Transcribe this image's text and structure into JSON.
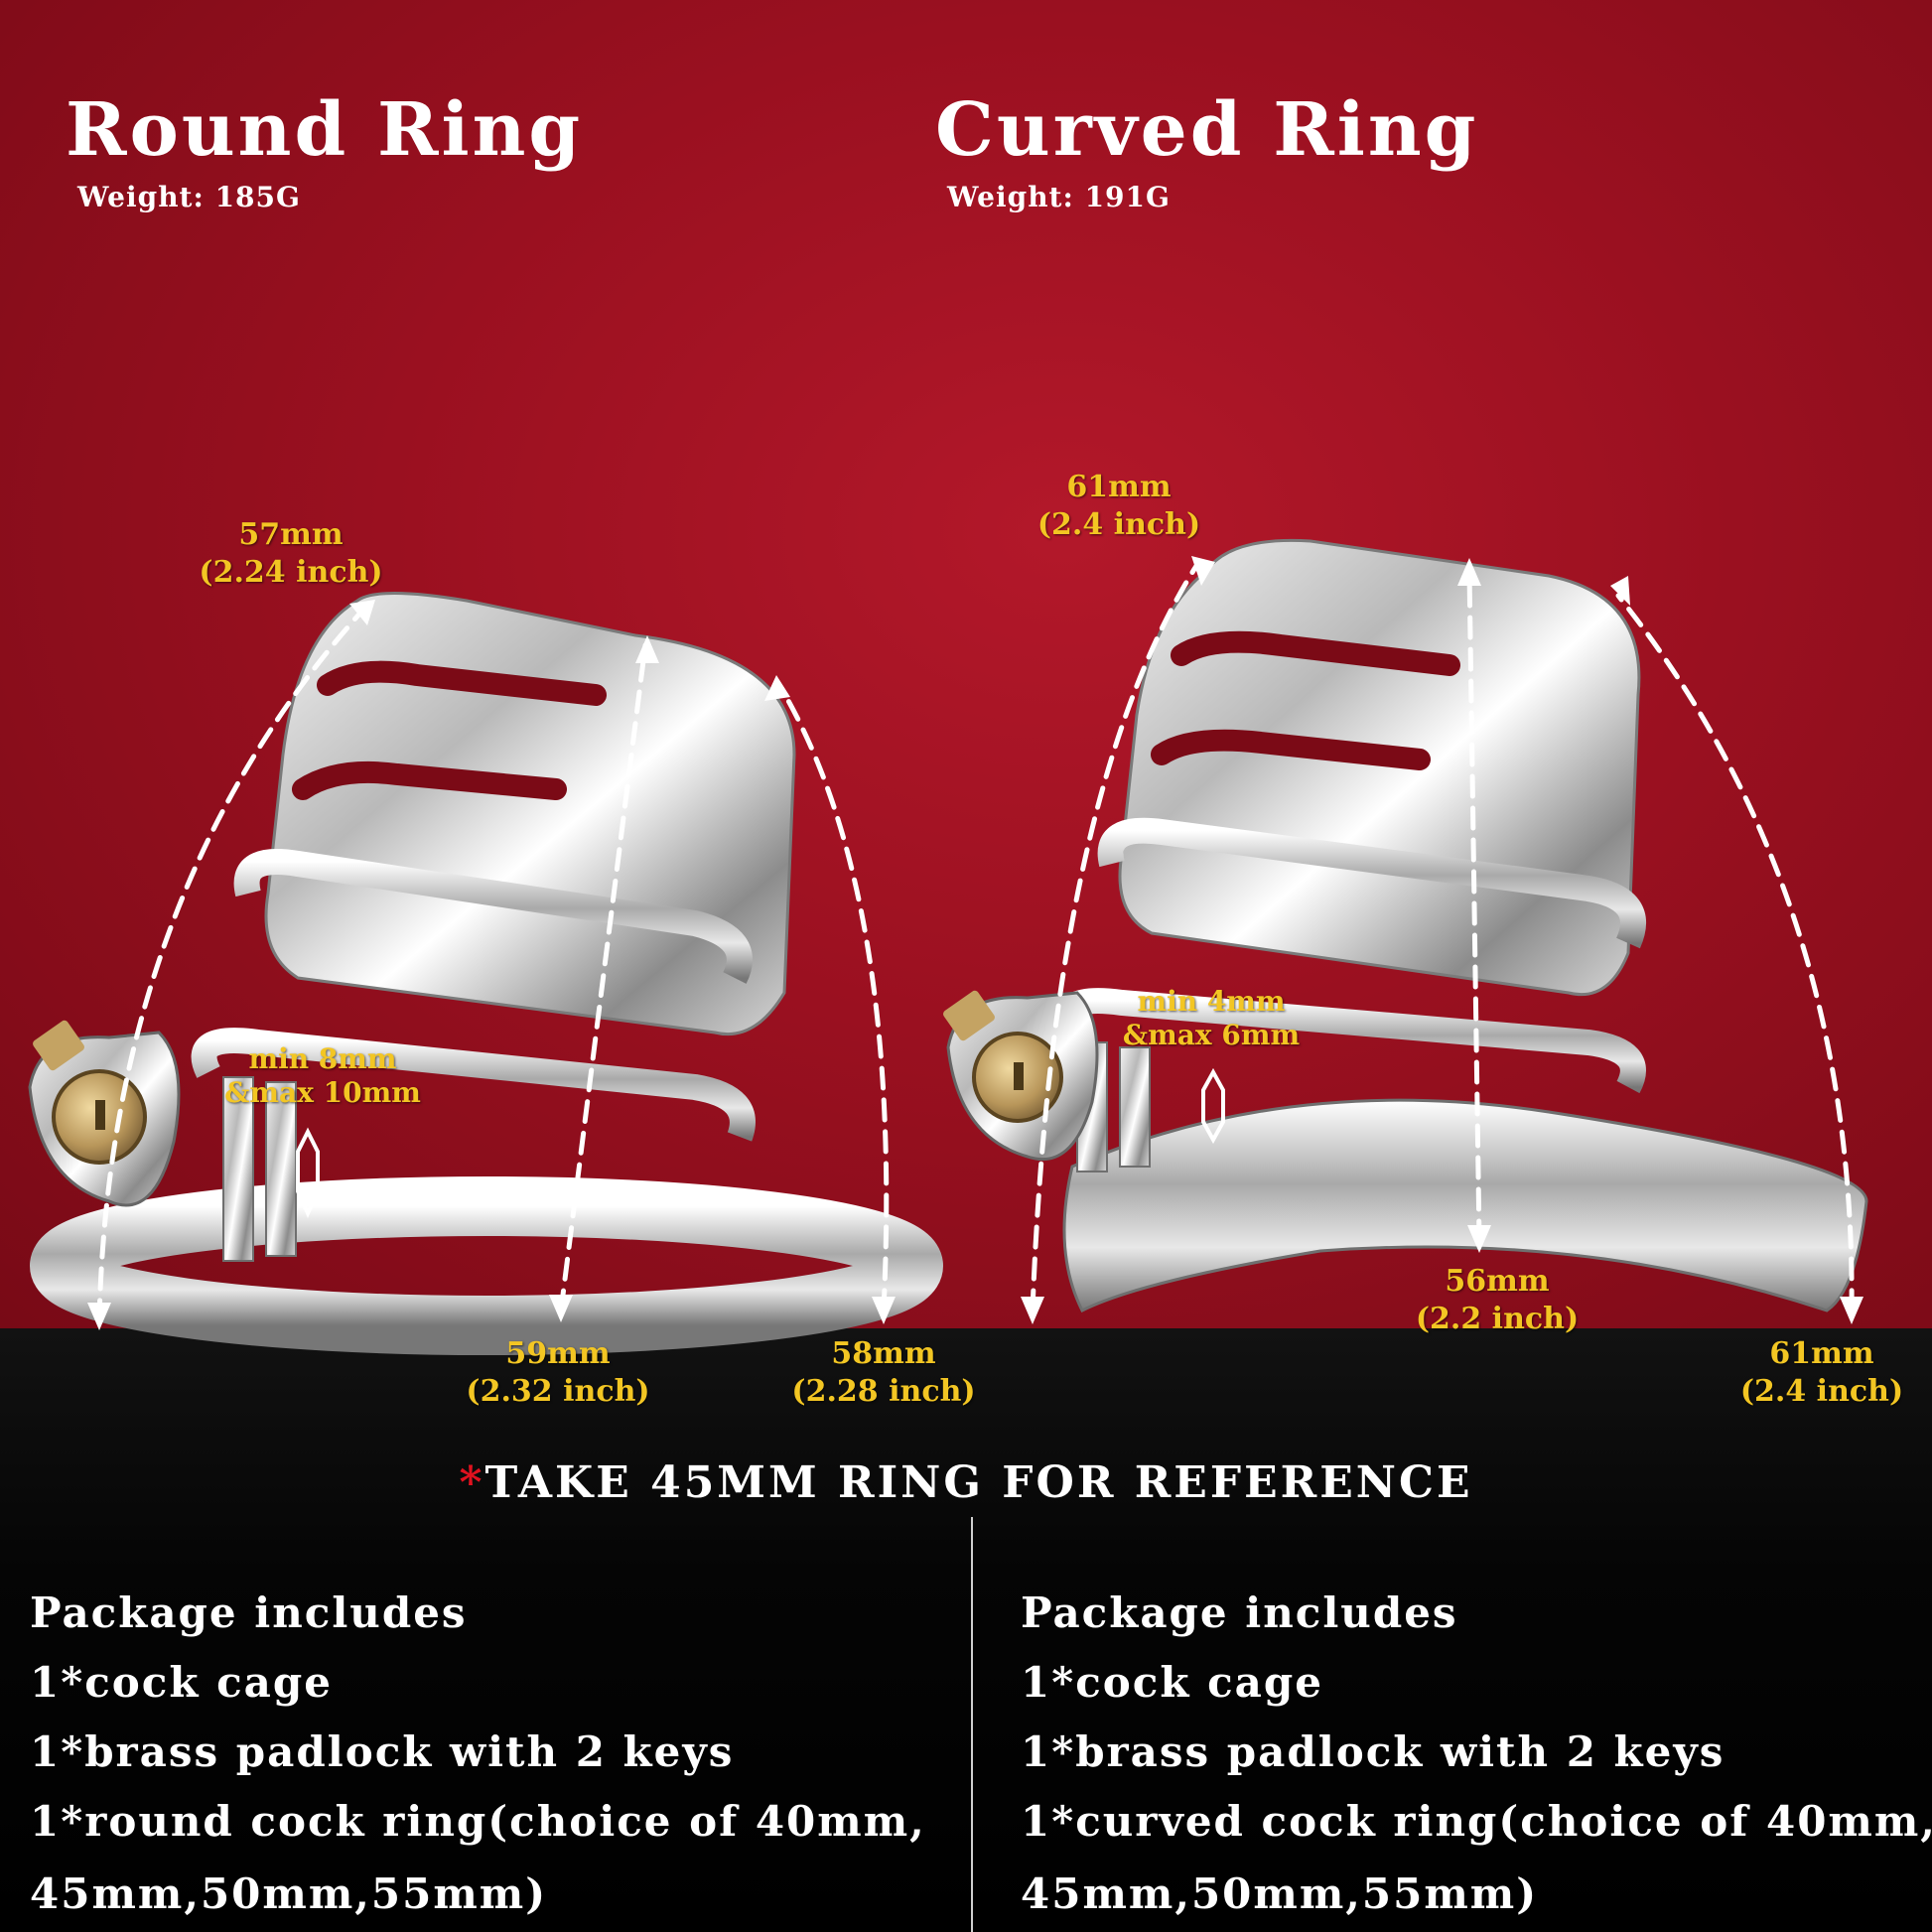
{
  "left": {
    "title": "Round Ring",
    "weight": "Weight:  185G",
    "dims": {
      "top_left": [
        "57mm",
        "(2.24 inch)"
      ],
      "gap": [
        "min 8mm",
        "&max 10mm"
      ],
      "bottom_mid": [
        "59mm",
        "(2.32 inch)"
      ],
      "bottom_right": [
        "58mm",
        "(2.28 inch)"
      ]
    },
    "package": {
      "heading": "Package includes",
      "items": [
        "1*cock cage",
        "1*brass padlock with 2 keys",
        "1*round cock ring(choice of 40mm,",
        "45mm,50mm,55mm)"
      ]
    }
  },
  "right": {
    "title": "Curved Ring",
    "weight": "Weight:  191G",
    "dims": {
      "top_left": [
        "61mm",
        "(2.4 inch)"
      ],
      "gap": [
        "min 4mm",
        "&max 6mm"
      ],
      "bottom_mid": [
        "56mm",
        "(2.2 inch)"
      ],
      "bottom_right": [
        "61mm",
        "(2.4 inch)"
      ]
    },
    "package": {
      "heading": "Package includes",
      "items": [
        "1*cock cage",
        "1*brass padlock with 2 keys",
        "1*curved cock ring(choice of 40mm,",
        "45mm,50mm,55mm)"
      ]
    }
  },
  "note": {
    "star": "*",
    "text": "TAKE 45MM RING FOR REFERENCE"
  },
  "colors": {
    "background_top": "#9a1020",
    "background_bottom": "#000000",
    "dimension_text": "#f3c623",
    "note_star": "#e0121f"
  }
}
